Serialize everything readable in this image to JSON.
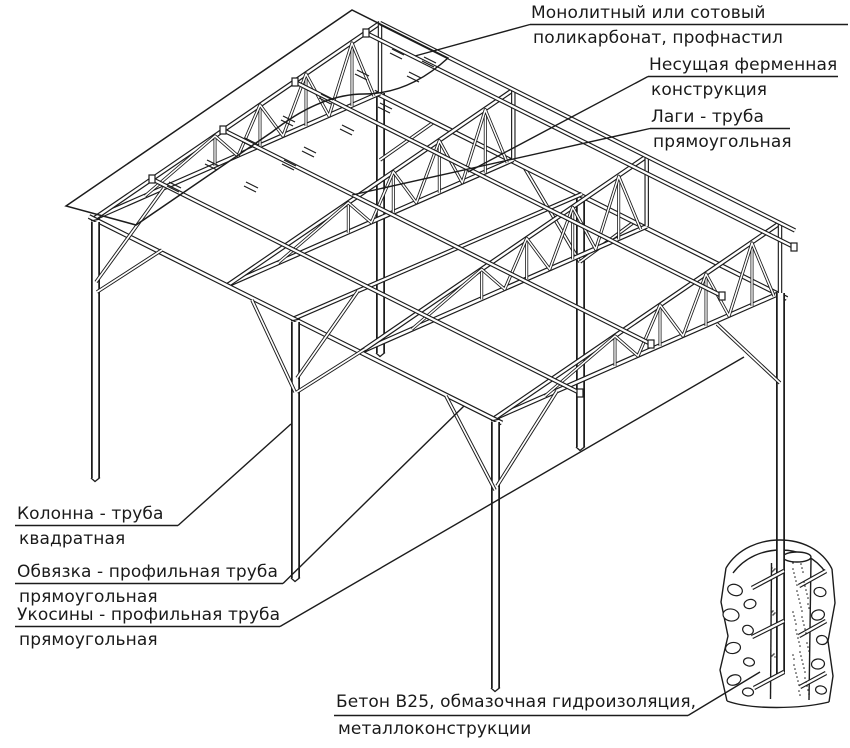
{
  "diagram": {
    "kind": "isometric construction scheme of a metal canopy with annotated parts",
    "language": "ru"
  },
  "colors": {
    "line": "#1c1c1c",
    "background": "#ffffff"
  },
  "labels": {
    "roof_sheet": {
      "line1": "Монолитный или сотовый",
      "line2": "поликарбонат, профнастил"
    },
    "truss": {
      "line1": "Несущая ферменная",
      "line2": "конструкция"
    },
    "purlins": {
      "line1": "Лаги - труба",
      "line2": "прямоугольная"
    },
    "column": {
      "line1": "Колонна - труба",
      "line2": "квадратная"
    },
    "frame": {
      "line1": "Обвязка - профильная труба",
      "line2": "прямоугольная"
    },
    "braces": {
      "line1": "Укосины - профильная труба",
      "line2": "прямоугольная"
    },
    "foundation": {
      "line1": "Бетон В25, обмазочная гидроизоляция,",
      "line2": "металлоконструкции"
    }
  }
}
